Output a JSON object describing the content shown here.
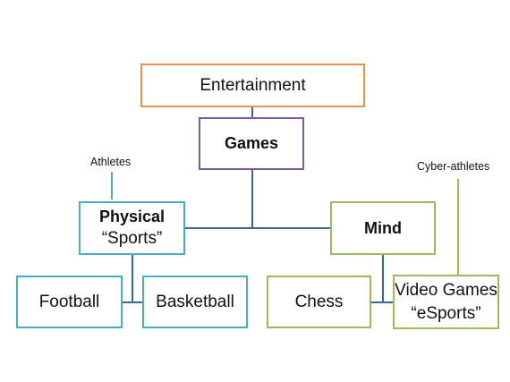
{
  "nodes": {
    "entertainment": {
      "label": "Entertainment"
    },
    "games": {
      "label": "Games"
    },
    "physical": {
      "label": "Physical",
      "sublabel": "“Sports”"
    },
    "mind": {
      "label": "Mind"
    },
    "football": {
      "label": "Football"
    },
    "basketball": {
      "label": "Basketball"
    },
    "chess": {
      "label": "Chess"
    },
    "video_games": {
      "label": "Video Games",
      "sublabel": "“eSports”"
    }
  },
  "annotations": {
    "athletes": "Athletes",
    "cyber_athletes": "Cyber-athletes"
  },
  "colors": {
    "orange": "#E8914A",
    "purple": "#7F5AA0",
    "teal": "#4BACC6",
    "green": "#9BBB59",
    "connector": "#3F6592"
  }
}
